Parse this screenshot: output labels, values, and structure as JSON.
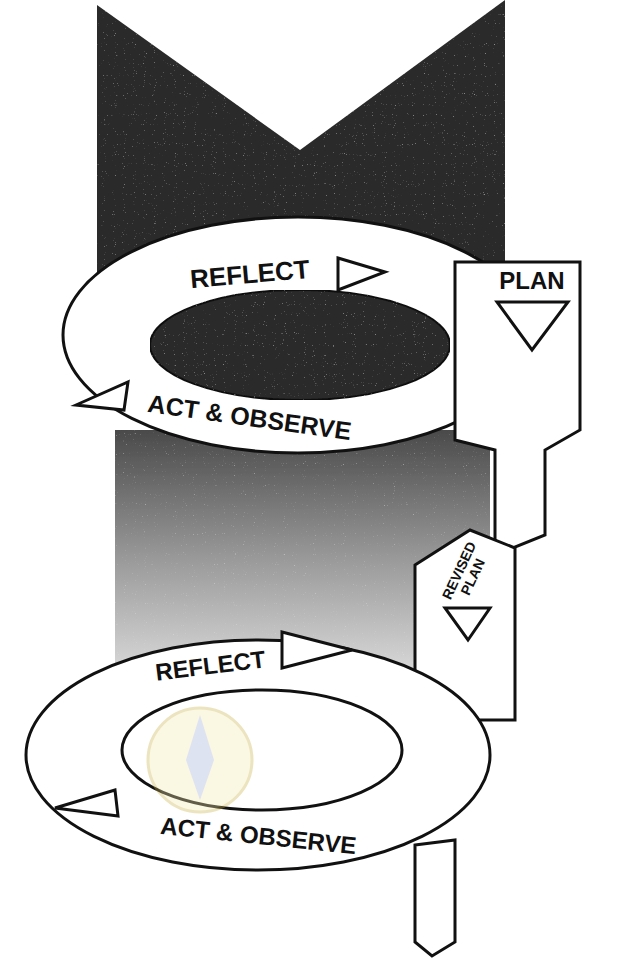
{
  "diagram": {
    "labels": [
      "REFLECT",
      "PLAN",
      "ACT & OBSERVE",
      "REFLECT",
      "REVISED PLAN",
      "ACT & OBSERVE"
    ]
  }
}
